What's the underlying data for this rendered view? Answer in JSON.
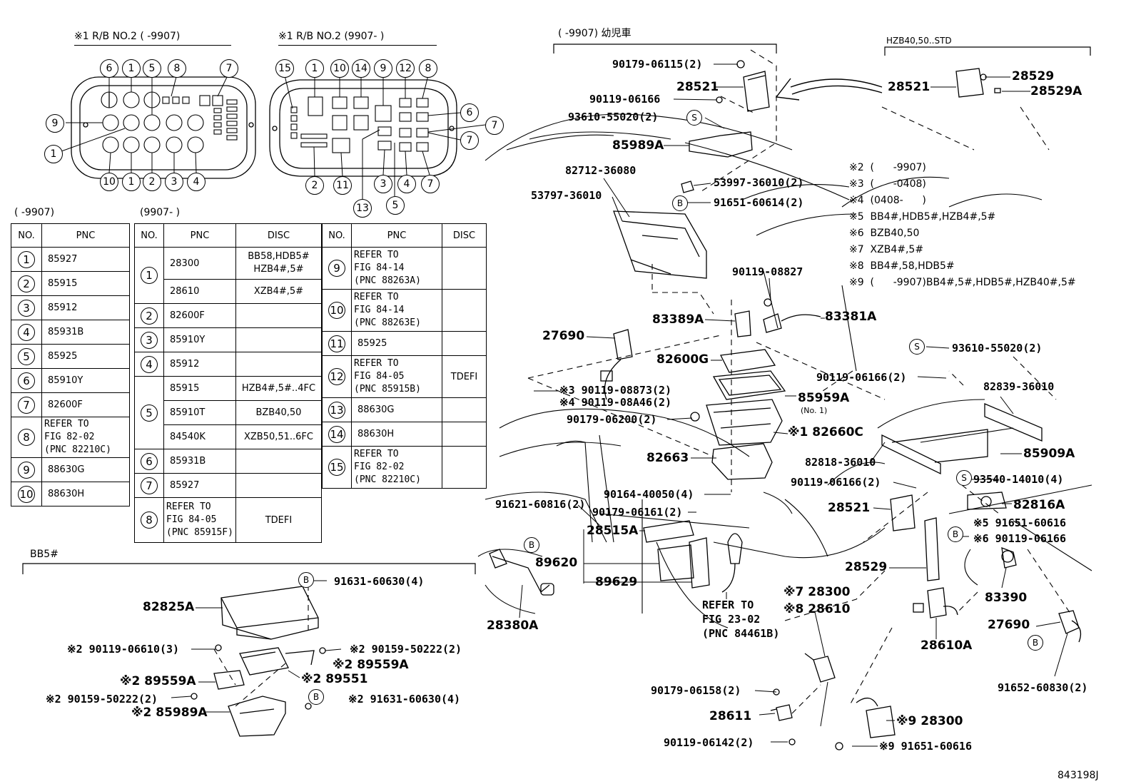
{
  "rb_header_a": "※1  R/B NO.2 (      -9907)",
  "rb_header_b": "※1  R/B NO.2 (9907-       )",
  "rb_a_numbers": [
    "6",
    "1",
    "5",
    "8",
    "7",
    "9",
    "1",
    "10",
    "1",
    "2",
    "3",
    "4"
  ],
  "rb_b_numbers": [
    "15",
    "1",
    "10",
    "14",
    "9",
    "12",
    "8",
    "6",
    "7",
    "7",
    "2",
    "11",
    "3",
    "4",
    "7",
    "13",
    "5"
  ],
  "table_a": {
    "range": "(      -9907)",
    "headers": [
      "NO.",
      "PNC"
    ],
    "rows": [
      {
        "no": "1",
        "pnc": "85927"
      },
      {
        "no": "2",
        "pnc": "85915"
      },
      {
        "no": "3",
        "pnc": "85912"
      },
      {
        "no": "4",
        "pnc": "85931B"
      },
      {
        "no": "5",
        "pnc": "85925"
      },
      {
        "no": "6",
        "pnc": "85910Y"
      },
      {
        "no": "7",
        "pnc": "82600F"
      },
      {
        "no": "8",
        "pnc": "REFER TO\nFIG 82-02\n(PNC 82210C)"
      },
      {
        "no": "9",
        "pnc": "88630G"
      },
      {
        "no": "10",
        "pnc": "88630H"
      }
    ]
  },
  "table_b": {
    "range": "(9907-      )",
    "headers": [
      "NO.",
      "PNC",
      "DISC",
      "NO.",
      "PNC",
      "DISC"
    ],
    "left": [
      {
        "no": "1",
        "pnc": "28300",
        "disc": "BB58,HDB5#\nHZB4#,5#"
      },
      {
        "no": "",
        "pnc": "28610",
        "disc": "XZB4#,5#"
      },
      {
        "no": "2",
        "pnc": "82600F",
        "disc": ""
      },
      {
        "no": "3",
        "pnc": "85910Y",
        "disc": ""
      },
      {
        "no": "4",
        "pnc": "85912",
        "disc": ""
      },
      {
        "no": "5",
        "pnc": "85915",
        "disc": "HZB4#,5#..4FC"
      },
      {
        "no": "",
        "pnc": "85910T",
        "disc": "BZB40,50"
      },
      {
        "no": "",
        "pnc": "84540K",
        "disc": "XZB50,51..6FC"
      },
      {
        "no": "6",
        "pnc": "85931B",
        "disc": ""
      },
      {
        "no": "7",
        "pnc": "85927",
        "disc": ""
      },
      {
        "no": "8",
        "pnc": "REFER TO\nFIG 84-05\n(PNC 85915F)",
        "disc": "TDEFI"
      }
    ],
    "right": [
      {
        "no": "9",
        "pnc": "REFER TO\nFIG 84-14\n(PNC 88263A)",
        "disc": ""
      },
      {
        "no": "10",
        "pnc": "REFER TO\nFIG 84-14\n(PNC 88263E)",
        "disc": ""
      },
      {
        "no": "11",
        "pnc": "85925",
        "disc": ""
      },
      {
        "no": "12",
        "pnc": "REFER TO\nFIG 84-05\n(PNC 85915B)",
        "disc": "TDEFI"
      },
      {
        "no": "13",
        "pnc": "88630G",
        "disc": ""
      },
      {
        "no": "14",
        "pnc": "88630H",
        "disc": ""
      },
      {
        "no": "15",
        "pnc": "REFER TO\nFIG 82-02\n(PNC 82210C)",
        "disc": ""
      }
    ]
  },
  "bb5_label": "BB5#",
  "top_right_label": "HZB40,50..STD",
  "top_mid_label": "(      -9907) 幼児車",
  "notes": [
    "※2  (      -9907)",
    "※3  (      -0408)",
    "※4  (0408-      )",
    "※5  BB4#,HDB5#,HZB4#,5#",
    "※6  BZB40,50",
    "※7  XZB4#,5#",
    "※8  BB4#,58,HDB5#",
    "※9  (      -9907)BB4#,5#,HDB5#,HZB40#,5#"
  ],
  "labels": {
    "l01": "90179-06115(2)",
    "l02": "28521",
    "l03": "90119-06166",
    "l04": "93610-55020(2)",
    "l05": "85989A",
    "l06": "28521",
    "l07": "28529",
    "l08": "28529A",
    "l09": "82712-36080",
    "l10": "53797-36010",
    "l11": "53997-36010(2)",
    "l12": "91651-60614(2)",
    "l13": "90119-08827",
    "l14": "83389A",
    "l15": "83381A",
    "l16": "27690",
    "l17": "82600G",
    "l18": "※3 90119-08873(2)",
    "l19": "※4 90119-08A46(2)",
    "l20": "85959A",
    "l21": "(No. 1)",
    "l22": "90179-06200(2)",
    "l23": "※1 82660C",
    "l24": "82663",
    "l25": "82818-36010",
    "l26": "90119-06166(2)",
    "l27": "93610-55020(2)",
    "l28": "82839-36010",
    "l29": "85909A",
    "l30": "90119-06166(2)",
    "l31": "93540-14010(4)",
    "l32": "90164-40050(4)",
    "l33": "28521",
    "l34": "82816A",
    "l35": "91621-60816(2)",
    "l36": "90179-06161(2)",
    "l37": "28515A",
    "l38": "※5 91651-60616",
    "l39": "※6 90119-06166",
    "l40": "89620",
    "l41": "28529",
    "l42": "89629",
    "l43": "REFER TO",
    "l44": "FIG 23-02",
    "l45": "(PNC 84461B)",
    "l46": "※7 28300",
    "l47": "※8 28610",
    "l48": "83390",
    "l49": "28380A",
    "l50": "27690",
    "l51": "28610A",
    "l52": "91652-60830(2)",
    "l53": "90179-06158(2)",
    "l54": "28611",
    "l55": "※9 28300",
    "l56": "90119-06142(2)",
    "l57": "※9 91651-60616",
    "l58": "91631-60630(4)",
    "l59": "82825A",
    "l60": "※2 90119-06610(3)",
    "l61": "※2 90159-50222(2)",
    "l62": "※2 89559A",
    "l63": "※2 89559A",
    "l64": "※2 89551",
    "l65": "※2 90159-50222(2)",
    "l66": "※2 91631-60630(4)",
    "l67": "※2 85989A"
  },
  "figure_code": "843198J"
}
